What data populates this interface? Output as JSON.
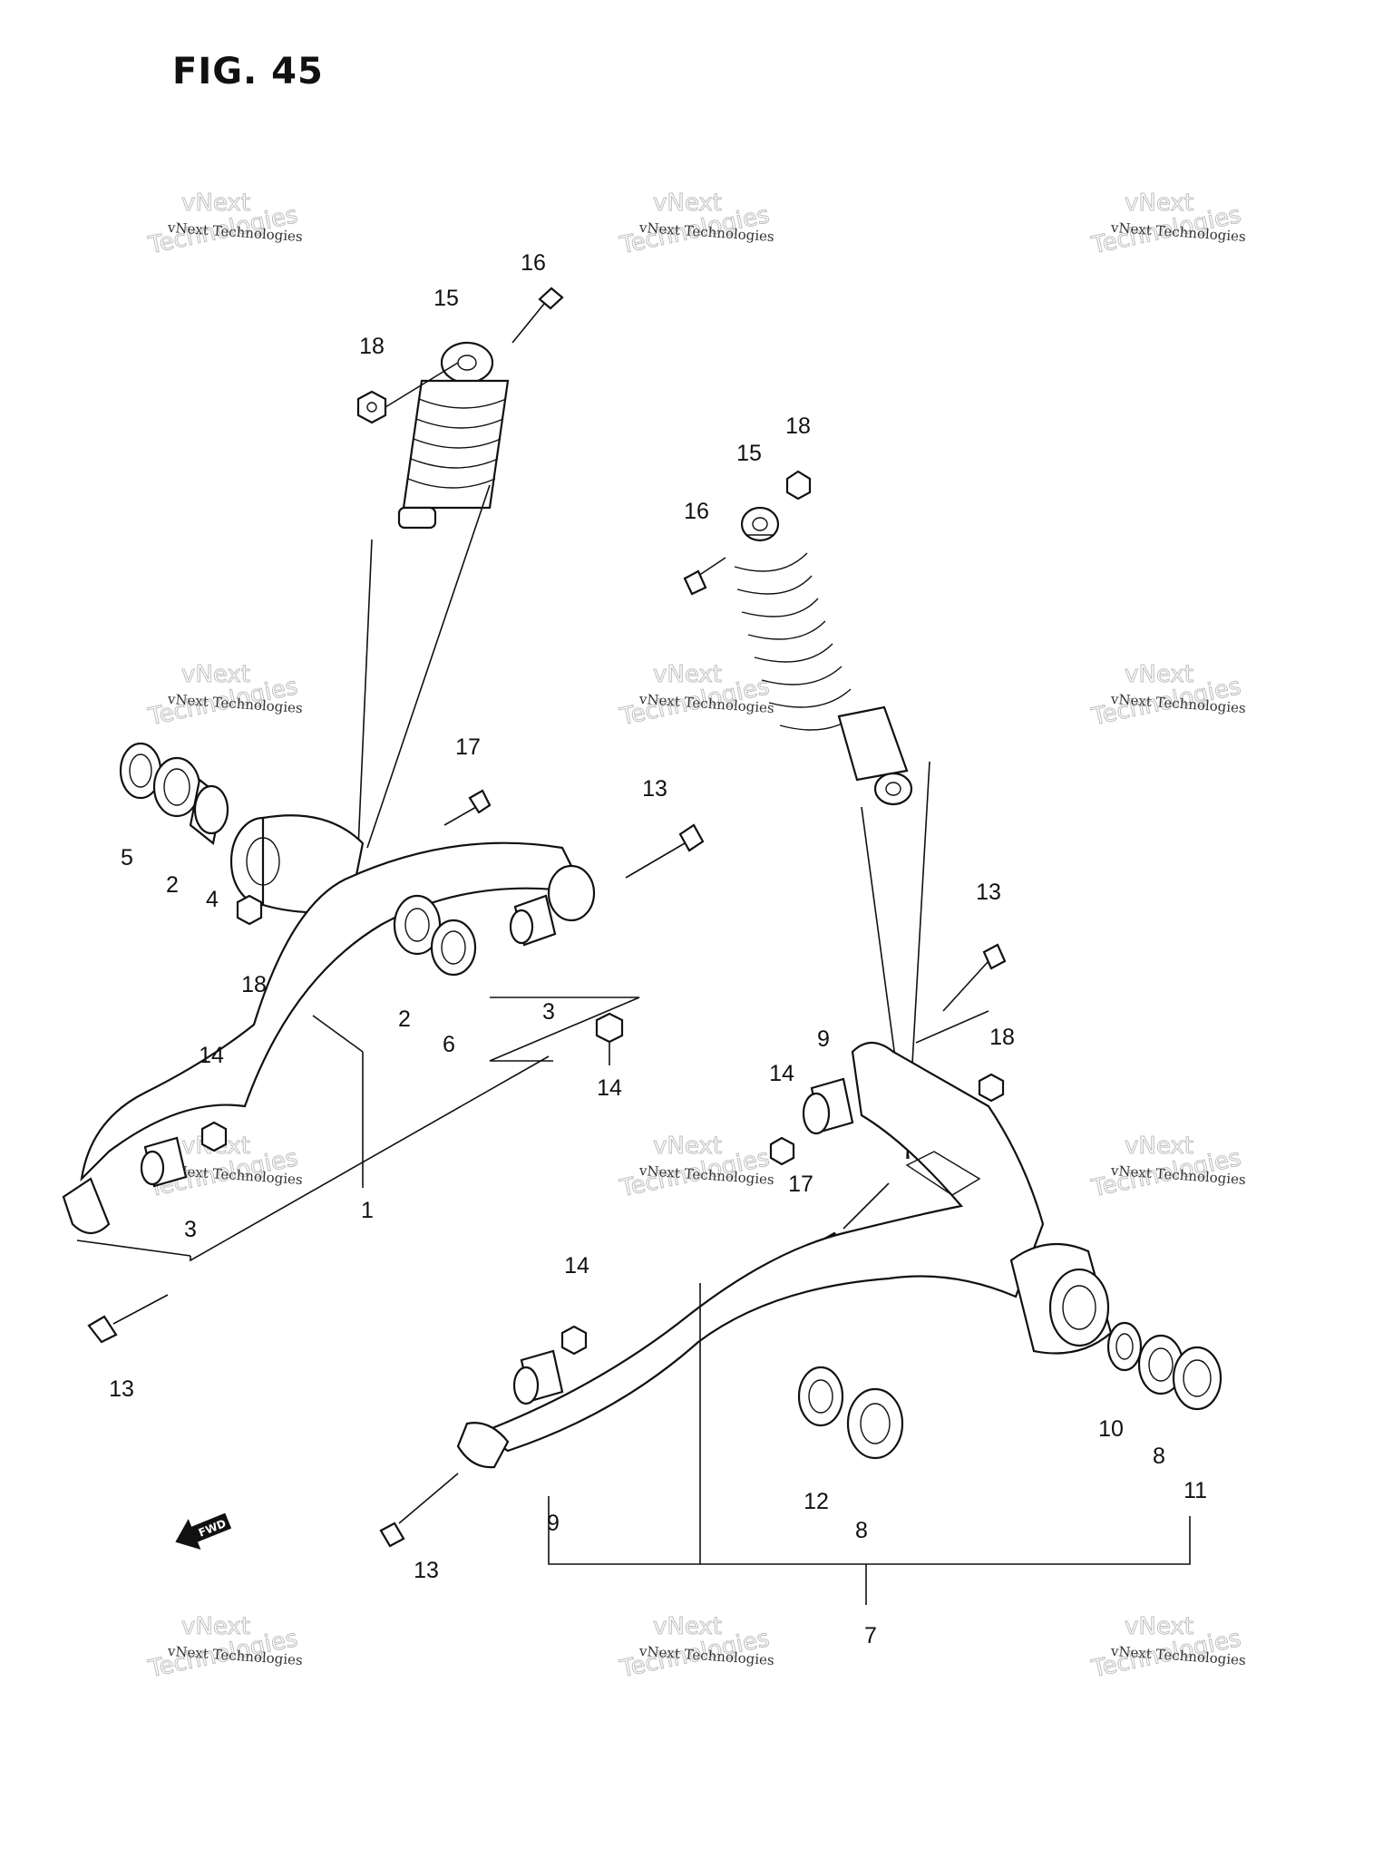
{
  "figure": {
    "title": "FIG. 45"
  },
  "fwd_arrow": {
    "label": "FWD"
  },
  "watermark": {
    "small": "vNext Technologies",
    "large": "Technologies",
    "top": "vNext"
  },
  "parts": {
    "p1": "1",
    "p2a": "2",
    "p2b": "2",
    "p3a": "3",
    "p3b": "3",
    "p4": "4",
    "p5": "5",
    "p6": "6",
    "p7": "7",
    "p8a": "8",
    "p8b": "8",
    "p9a": "9",
    "p9b": "9",
    "p10": "10",
    "p11": "11",
    "p12": "12",
    "p13a": "13",
    "p13b": "13",
    "p13c": "13",
    "p13d": "13",
    "p14a": "14",
    "p14b": "14",
    "p14c": "14",
    "p14d": "14",
    "p15a": "15",
    "p15b": "15",
    "p16a": "16",
    "p16b": "16",
    "p17a": "17",
    "p17b": "17",
    "p18a": "18",
    "p18b": "18",
    "p18c": "18",
    "p18d": "18"
  },
  "icons": [
    "shock-absorber-icon",
    "swing-arm-icon",
    "bolt-icon",
    "nut-icon",
    "bushing-icon",
    "bearing-icon",
    "seal-icon",
    "fwd-arrow-icon"
  ]
}
